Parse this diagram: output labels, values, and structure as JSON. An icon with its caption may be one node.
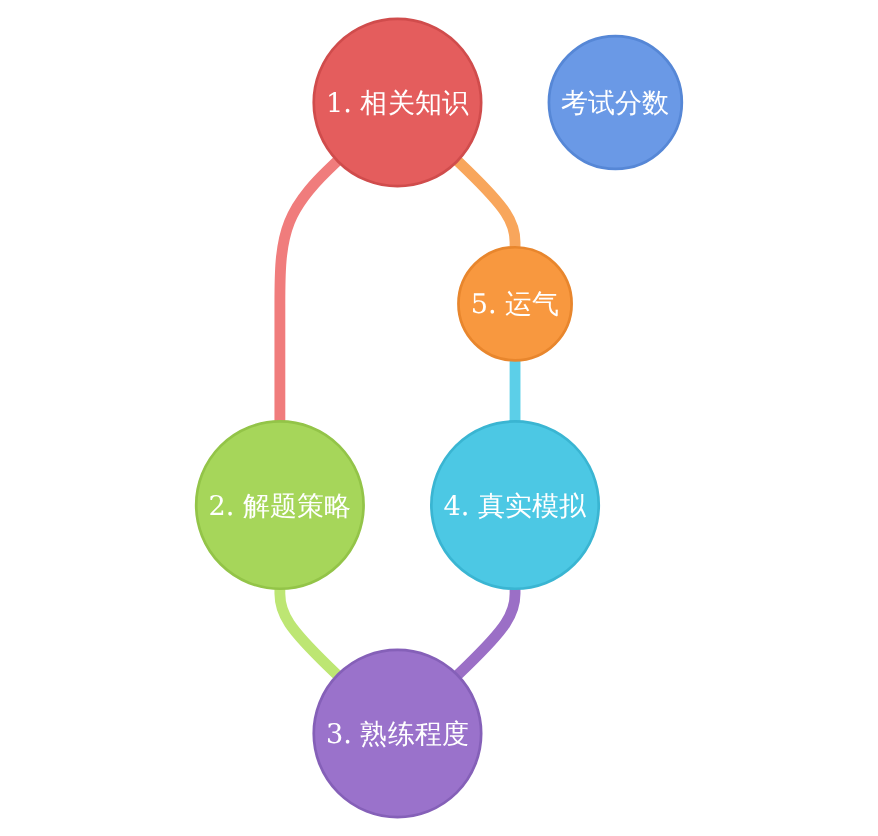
{
  "diagram": {
    "nodes": [
      {
        "text": [
          "1. 相关知识"
        ]
      },
      {
        "text": [
          "2. 解题策略"
        ]
      },
      {
        "text": [
          "3. 熟练程度"
        ]
      },
      {
        "text": [
          "4. 真实模拟"
        ]
      },
      {
        "text": [
          "5. 运气"
        ]
      },
      {
        "text": [
          "考试分数"
        ]
      }
    ],
    "edges": [
      {
        "from": 0,
        "to": 1,
        "arrow": "none",
        "color": "#f07c7c"
      },
      {
        "from": 1,
        "to": 2,
        "arrow": "none",
        "color": "#bde673"
      },
      {
        "from": 3,
        "to": 2,
        "arrow": "none",
        "color": "#9b6fc6"
      },
      {
        "from": 4,
        "to": 3,
        "arrow": "none",
        "color": "#5ccfe8"
      },
      {
        "from": 0,
        "to": 4,
        "arrow": "none",
        "color": "#f8a65c"
      }
    ]
  }
}
